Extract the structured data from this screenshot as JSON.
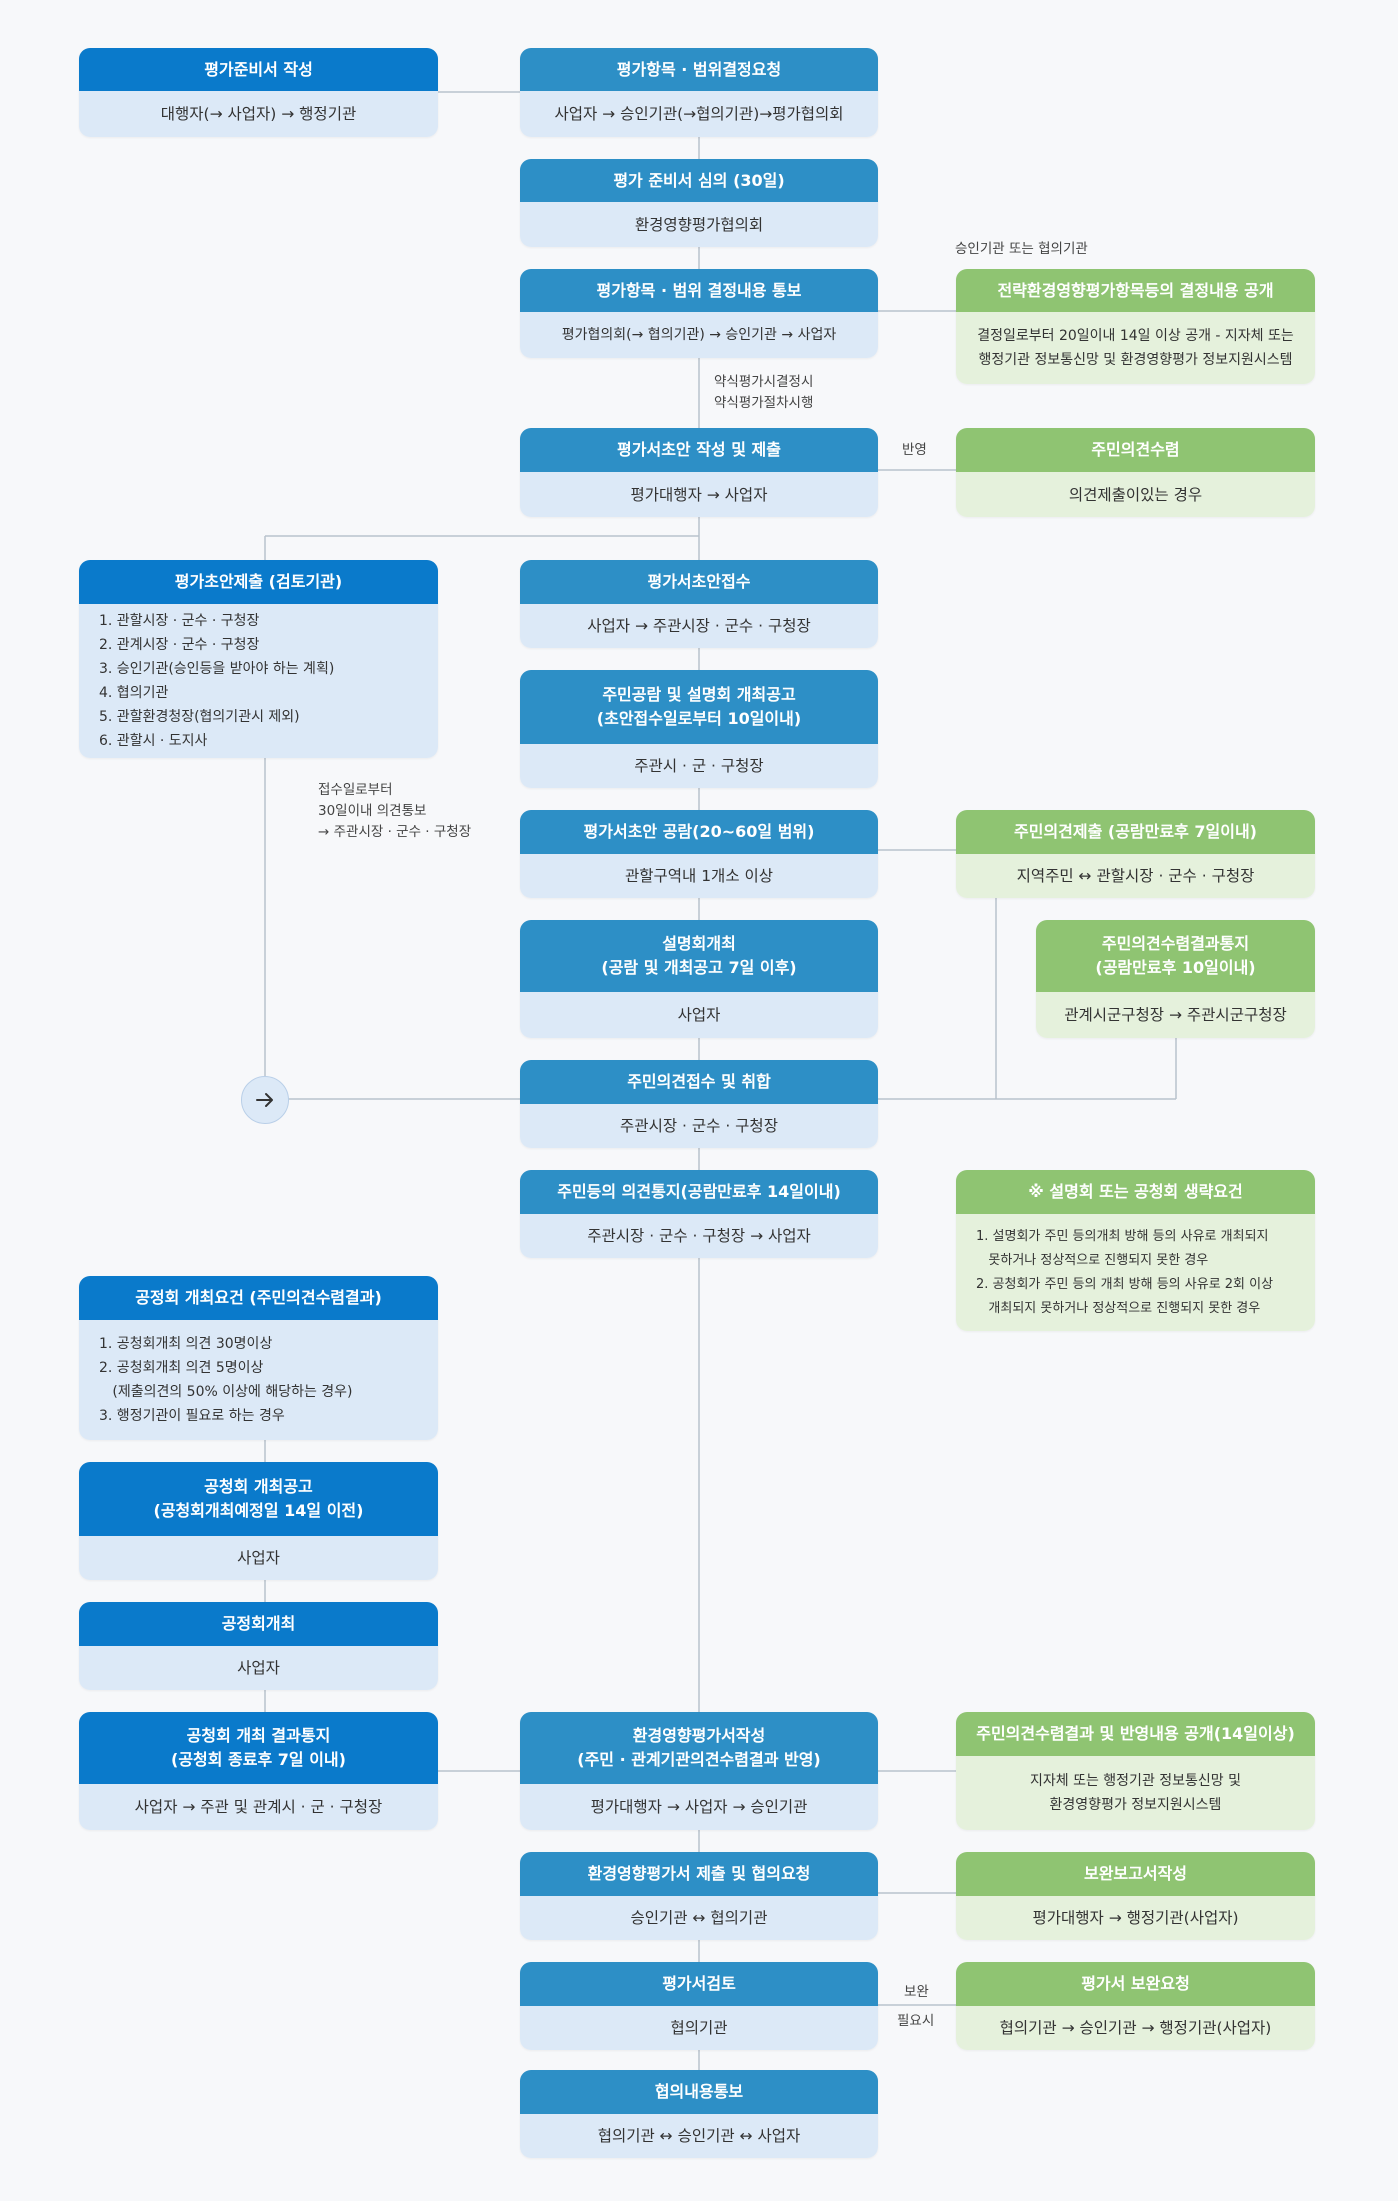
{
  "nodes": {
    "prep_doc": {
      "title": "평가준비서 작성",
      "body": "대행자(→ 사업자) → 행정기관"
    },
    "scope_req": {
      "title": "평가항목 · 범위결정요청",
      "body": "사업자 → 승인기관(→협의기관)→평가협의회"
    },
    "prep_review": {
      "title": "평가 준비서 심의 (30일)",
      "body": "환경영향평가협의회"
    },
    "scope_notice": {
      "title": "평가항목 · 범위 결정내용 통보",
      "body": "평가협의회(→ 협의기관) → 승인기관 → 사업자"
    },
    "strategic_disclosure": {
      "title": "전략환경영향평가항목등의 결정내용 공개",
      "body": "결정일로부터 20일이내 14일 이상 공개 - 지자체 또는\n행정기관 정보통신망 및 환경영향평가 정보지원시스템"
    },
    "draft_write": {
      "title": "평가서초안 작성 및 제출",
      "body": "평가대행자 → 사업자"
    },
    "resident_collect": {
      "title": "주민의견수렴",
      "body": "의견제출이있는 경우"
    },
    "draft_submit_review": {
      "title": "평가초안제출 (검토기관)",
      "items": [
        "1. 관할시장 · 군수 · 구청장",
        "2. 관계시장 · 군수 · 구청장",
        "3. 승인기관(승인등을 받아야 하는 계획)",
        "4. 협의기관",
        "5. 관할환경청장(협의기관시 제외)",
        "6. 관할시 · 도지사"
      ]
    },
    "draft_receipt": {
      "title": "평가서초안접수",
      "body": "사업자 → 주관시장 · 군수 · 구청장"
    },
    "public_notice": {
      "title": "주민공람 및 설명회 개최공고\n(초안접수일로부터 10일이내)",
      "body": "주관시 · 군 · 구청장"
    },
    "draft_public_view": {
      "title": "평가서초안 공람(20~60일 범위)",
      "body": "관할구역내 1개소 이상"
    },
    "resident_submit": {
      "title": "주민의견제출 (공람만료후 7일이내)",
      "body": "지역주민 ↔ 관할시장 · 군수 · 구청장"
    },
    "briefing": {
      "title": "설명회개최\n(공람 및 개최공고 7일 이후)",
      "body": "사업자"
    },
    "resident_result_notice": {
      "title": "주민의견수렴결과통지\n(공람만료후 10일이내)",
      "body": "관계시군구청장 → 주관시군구청장"
    },
    "opinion_receipt": {
      "title": "주민의견접수 및 취합",
      "body": "주관시장 · 군수 · 구청장"
    },
    "opinion_notice": {
      "title": "주민등의 의견통지(공람만료후 14일이내)",
      "body": "주관시장 · 군수 · 구청장 → 사업자"
    },
    "omission_req": {
      "title": "※ 설명회 또는 공청회 생략요건",
      "items": [
        "1. 설명회가 주민 등의개최 방해 등의 사유로 개최되지",
        "   못하거나 정상적으로 진행되지 못한 경우",
        "2. 공청회가 주민 등의 개최 방해 등의 사유로 2회 이상",
        "   개최되지 못하거나 정상적으로 진행되지 못한 경우"
      ]
    },
    "hearing_req": {
      "title": "공정회 개최요건 (주민의견수렴결과)",
      "items": [
        "1. 공청회개최 의견 30명이상",
        "2. 공청회개최 의견 5명이상",
        "   (제출의견의 50% 이상에 해당하는 경우)",
        "3. 행정기관이 필요로 하는 경우"
      ]
    },
    "hearing_notice": {
      "title": "공청회 개최공고\n(공청회개최예정일 14일 이전)",
      "body": "사업자"
    },
    "hearing_held": {
      "title": "공정회개최",
      "body": "사업자"
    },
    "hearing_result": {
      "title": "공청회 개최 결과통지\n(공청회 종료후 7일 이내)",
      "body": "사업자 → 주관 및 관계시 · 군 · 구청장"
    },
    "eia_write": {
      "title": "환경영향평가서작성\n(주민 · 관계기관의견수렴결과 반영)",
      "body": "평가대행자 → 사업자 → 승인기관"
    },
    "result_disclosure": {
      "title": "주민의견수렴결과 및 반영내용 공개(14일이상)",
      "body": "지자체 또는 행정기관 정보통신망 및\n환경영향평가 정보지원시스템"
    },
    "eia_submit": {
      "title": "환경영향평가서 제출 및 협의요청",
      "body": "승인기관 ↔ 협의기관"
    },
    "supplement_write": {
      "title": "보완보고서작성",
      "body": "평가대행자 → 행정기관(사업자)"
    },
    "eia_review": {
      "title": "평가서검토",
      "body": "협의기관"
    },
    "supplement_req": {
      "title": "평가서 보완요청",
      "body": "협의기관 → 승인기관 → 행정기관(사업자)"
    },
    "consult_notice": {
      "title": "협의내용통보",
      "body": "협의기관 ↔ 승인기관 ↔ 사업자"
    }
  },
  "labels": {
    "approval_or_consult": "승인기관 또는 협의기관",
    "quick_eval": "약식평가시결정시\n약식평가절차시행",
    "reflect": "반영",
    "opinion_30days": "접수일로부터\n30일이내 의견통보\n→ 주관시장 · 군수 · 구청장",
    "supplement": "보완",
    "if_needed": "필요시"
  },
  "colors": {
    "blue": "#0a7acb",
    "teal": "#2d8fc6",
    "green": "#8fc472",
    "line": "#b8c2cc"
  },
  "icons": {
    "merge_arrow": "right-arrow-icon"
  }
}
